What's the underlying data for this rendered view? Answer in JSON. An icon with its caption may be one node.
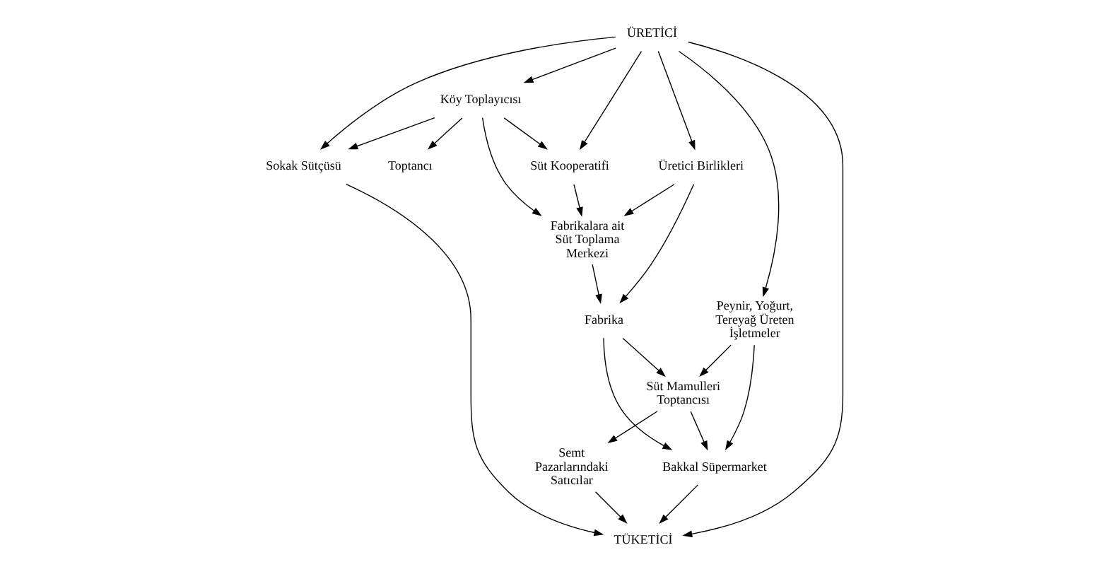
{
  "diagram": {
    "nodes": [
      {
        "text": [
          "ÜRETİCİ"
        ]
      },
      {
        "text": [
          "Süt Kooperatifi"
        ]
      },
      {
        "text": [
          "Köy Toplayıcısı"
        ]
      },
      {
        "text": [
          "Toptancı"
        ]
      },
      {
        "text": [
          "Fabrikalara ait Süt Toplama Merkezi"
        ]
      },
      {
        "text": [
          "Peynir, Yoğurt, Tereyağ Üreten İşletmeler"
        ]
      },
      {
        "text": [
          "Üretici Birlikleri"
        ]
      },
      {
        "text": [
          "Fabrika"
        ]
      },
      {
        "text": [
          "Süt Mamulleri Toptancısı"
        ]
      },
      {
        "text": [
          "Sokak Sütçüsü"
        ]
      },
      {
        "text": [
          "Bakkal Süpermarket"
        ]
      },
      {
        "text": [
          "Semt Pazarlarındaki Satıcılar"
        ]
      },
      {
        "text": [
          "TÜKETİCİ"
        ]
      }
    ],
    "edges": [
      {
        "from": 0,
        "to": 2,
        "arrow": "to"
      },
      {
        "from": 0,
        "to": 1,
        "arrow": "to"
      },
      {
        "from": 0,
        "to": 5,
        "arrow": "to"
      },
      {
        "from": 0,
        "to": 9,
        "arrow": "to"
      },
      {
        "from": 0,
        "to": 12,
        "arrow": "to"
      },
      {
        "from": 0,
        "to": 6,
        "arrow": "to"
      },
      {
        "from": 2,
        "to": 3,
        "arrow": "to"
      },
      {
        "from": 2,
        "to": 9,
        "arrow": "to"
      },
      {
        "from": 2,
        "to": 1,
        "arrow": "to"
      },
      {
        "from": 2,
        "to": 4,
        "arrow": "to"
      },
      {
        "from": 1,
        "to": 4,
        "arrow": "to"
      },
      {
        "from": 6,
        "to": 4,
        "arrow": "to"
      },
      {
        "from": 6,
        "to": 7,
        "arrow": "to"
      },
      {
        "from": 4,
        "to": 7,
        "arrow": "to"
      },
      {
        "from": 7,
        "to": 10,
        "arrow": "to"
      },
      {
        "from": 7,
        "to": 8,
        "arrow": "to"
      },
      {
        "from": 5,
        "to": 10,
        "arrow": "to"
      },
      {
        "from": 5,
        "to": 8,
        "arrow": "to"
      },
      {
        "from": 8,
        "to": 10,
        "arrow": "to"
      },
      {
        "from": 8,
        "to": 11,
        "arrow": "to"
      },
      {
        "from": 9,
        "to": 12,
        "arrow": "to"
      },
      {
        "from": 10,
        "to": 12,
        "arrow": "to"
      },
      {
        "from": 11,
        "to": 12,
        "arrow": "to"
      }
    ]
  }
}
